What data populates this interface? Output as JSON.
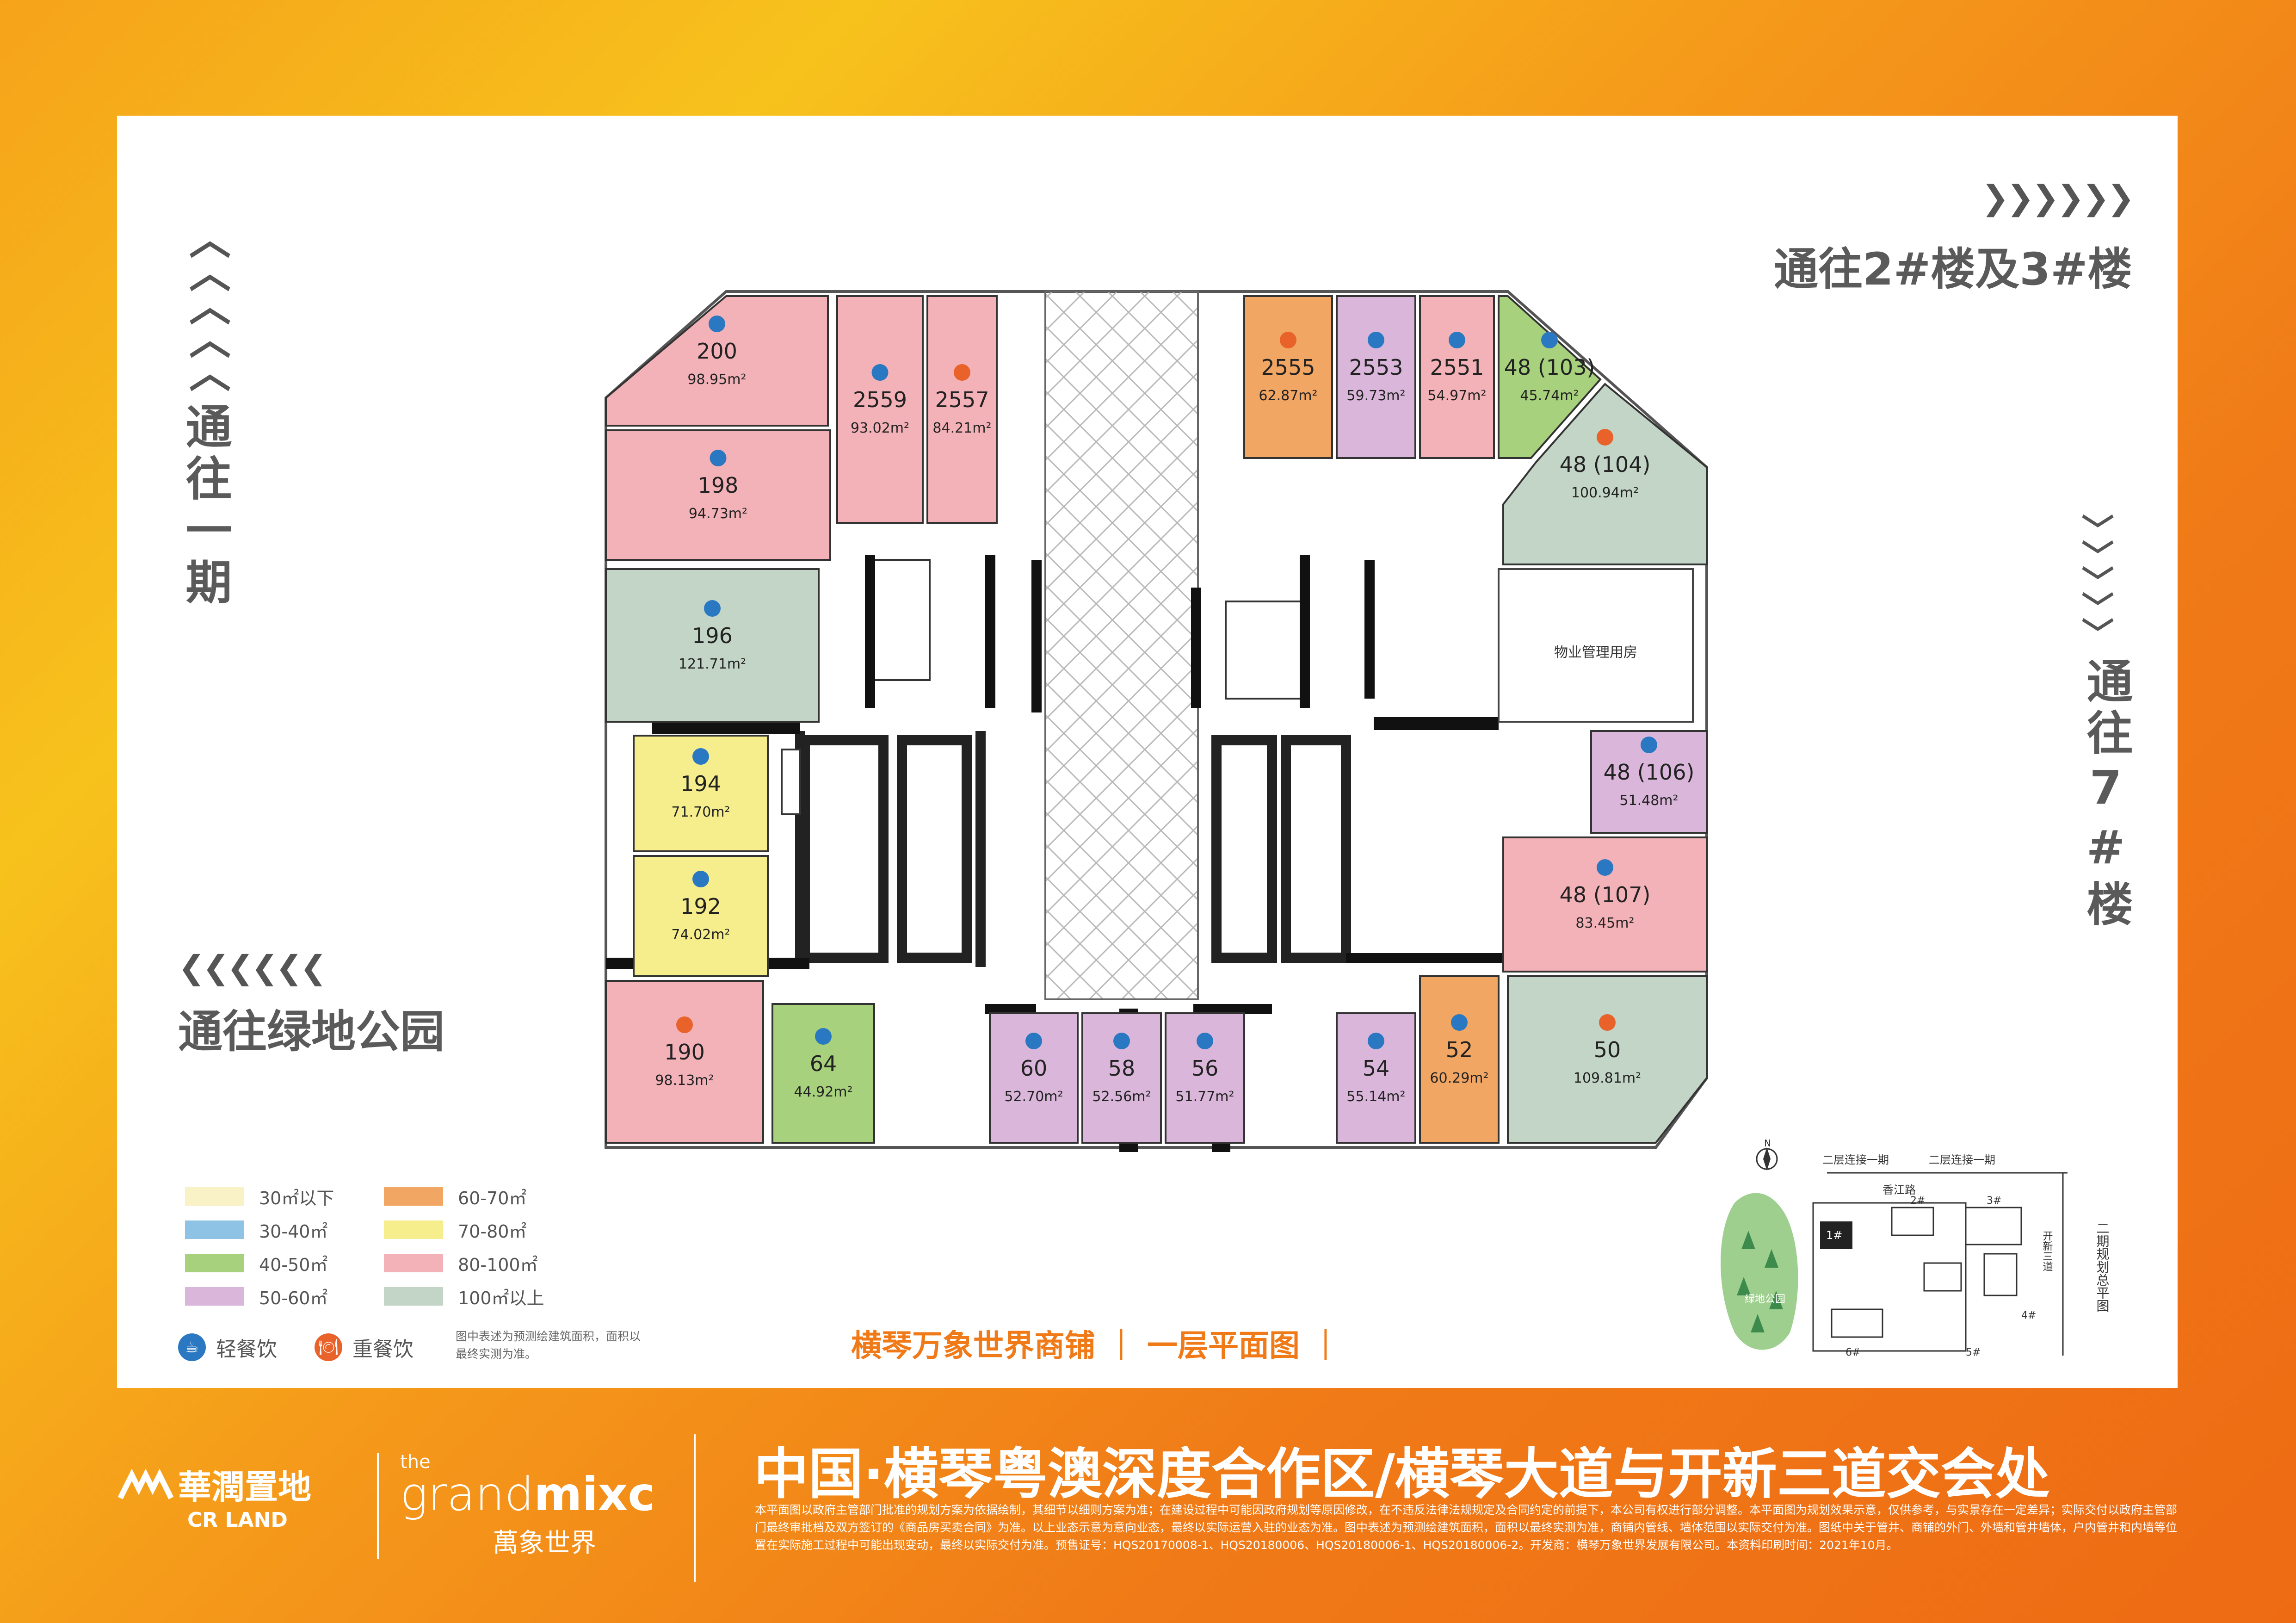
{
  "nav": {
    "phase1": "通往一期",
    "bldg23": "通往2#楼及3#楼",
    "bldg7": "通往7#楼",
    "park": "通往绿地公园"
  },
  "units": [
    {
      "id": "200",
      "area": "98.95m²",
      "type": "light",
      "color": "#f3b1b8"
    },
    {
      "id": "2559",
      "area": "93.02m²",
      "type": "light",
      "color": "#f3b1b8"
    },
    {
      "id": "2557",
      "area": "84.21m²",
      "type": "heavy",
      "color": "#f3b1b8"
    },
    {
      "id": "198",
      "area": "94.73m²",
      "type": "light",
      "color": "#f3b1b8"
    },
    {
      "id": "196",
      "area": "121.71m²",
      "type": "light",
      "color": "#c2d5c6"
    },
    {
      "id": "194",
      "area": "71.70m²",
      "type": "light",
      "color": "#f6ee8d"
    },
    {
      "id": "192",
      "area": "74.02m²",
      "type": "light",
      "color": "#f6ee8d"
    },
    {
      "id": "190",
      "area": "98.13m²",
      "type": "heavy",
      "color": "#f3b1b8"
    },
    {
      "id": "64",
      "area": "44.92m²",
      "type": "light",
      "color": "#a7d17c"
    },
    {
      "id": "60",
      "area": "52.70m²",
      "type": "light",
      "color": "#d9b6da"
    },
    {
      "id": "58",
      "area": "52.56m²",
      "type": "light",
      "color": "#d9b6da"
    },
    {
      "id": "56",
      "area": "51.77m²",
      "type": "light",
      "color": "#d9b6da"
    },
    {
      "id": "54",
      "area": "55.14m²",
      "type": "light",
      "color": "#d9b6da"
    },
    {
      "id": "52",
      "area": "60.29m²",
      "type": "light",
      "color": "#f1a663"
    },
    {
      "id": "50",
      "area": "109.81m²",
      "type": "heavy",
      "color": "#c2d5c6"
    },
    {
      "id": "2555",
      "area": "62.87m²",
      "type": "heavy",
      "color": "#f1a663"
    },
    {
      "id": "2553",
      "area": "59.73m²",
      "type": "light",
      "color": "#d9b6da"
    },
    {
      "id": "2551",
      "area": "54.97m²",
      "type": "light",
      "color": "#f3b1b8"
    },
    {
      "id": "48 (103)",
      "area": "45.74m²",
      "type": "light",
      "color": "#a7d17c"
    },
    {
      "id": "48 (104)",
      "area": "100.94m²",
      "type": "heavy",
      "color": "#c2d5c6"
    },
    {
      "id": "48 (106)",
      "area": "51.48m²",
      "type": "light",
      "color": "#d9b6da"
    },
    {
      "id": "48 (107)",
      "area": "83.45m²",
      "type": "light",
      "color": "#f3b1b8"
    }
  ],
  "property_room": "物业管理用房",
  "legend": [
    {
      "label": "30㎡以下",
      "color": "#f8f2c6"
    },
    {
      "label": "30-40㎡",
      "color": "#8fc3e6"
    },
    {
      "label": "40-50㎡",
      "color": "#a7d17c"
    },
    {
      "label": "50-60㎡",
      "color": "#d9b6da"
    },
    {
      "label": "60-70㎡",
      "color": "#f1a663"
    },
    {
      "label": "70-80㎡",
      "color": "#f6ee8d"
    },
    {
      "label": "80-100㎡",
      "color": "#f3b1b8"
    },
    {
      "label": "100㎡以上",
      "color": "#c2d5c6"
    }
  ],
  "catering": {
    "light": "轻餐饮",
    "heavy": "重餐饮",
    "light_color": "#2b78c2",
    "heavy_color": "#e8622a"
  },
  "legend_note": "图中表述为预测绘建筑面积，面积以最终实测为准。",
  "plan_title": "横琴万象世界商铺 ｜ 一层平面图 ｜",
  "site_map": {
    "north": "N",
    "link1": "二层连接一期",
    "link2": "二层连接一期",
    "road": "香江路",
    "b1": "1#",
    "b2": "2#",
    "b3": "3#",
    "b4": "4#",
    "b5": "5#",
    "b6": "6#",
    "park": "绿地公园",
    "road2": "开新三道",
    "caption": "二期规划总平图"
  },
  "brand": {
    "cn": "華潤置地",
    "en": "CR LAND",
    "the": "the",
    "grand": "grand",
    "mixc": "mixc",
    "mixc_cn": "萬象世界"
  },
  "address": "中国·横琴粤澳深度合作区/横琴大道与开新三道交会处",
  "disclaimer": "本平面图以政府主管部门批准的规划方案为依据绘制，其细节以细则方案为准；在建设过程中可能因政府规划等原因修改，在不违反法律法规规定及合同约定的前提下，本公司有权进行部分调整。本平面图为规划效果示意，仅供参考，与实景存在一定差异；实际交付以政府主管部门最终审批档及双方签订的《商品房买卖合同》为准。以上业态示意为意向业态，最终以实际运营入驻的业态为准。图中表述为预测绘建筑面积，面积以最终实测为准，商铺内管线、墙体范围以实际交付为准。图纸中关于管井、商铺的外门、外墙和管井墙体，户内管井和内墙等位置在实际施工过程中可能出现变动，最终以实际交付为准。预售证号：HQS20170008-1、HQS20180006、HQS20180006-1、HQS20180006-2。开发商：横琴万象世界发展有限公司。本资料印刷时间：2021年10月。"
}
